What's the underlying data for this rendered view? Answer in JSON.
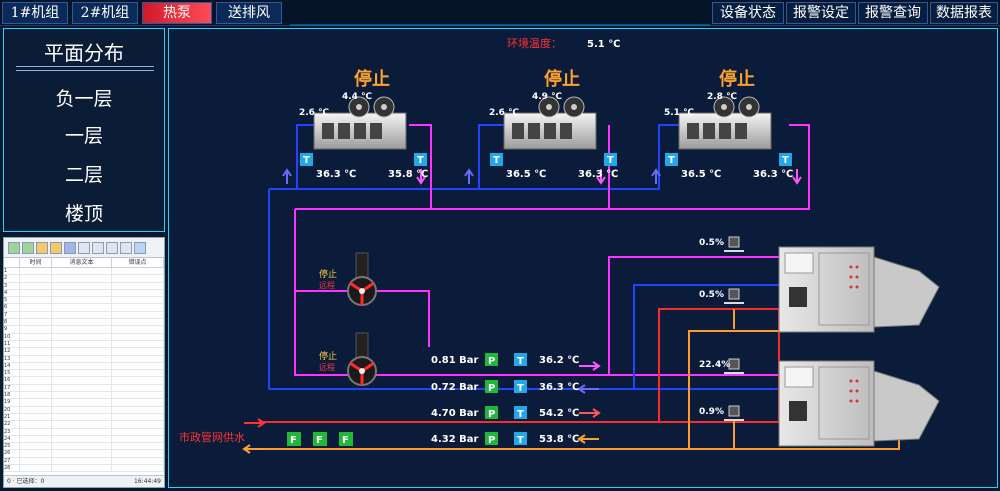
{
  "topbar": {
    "tabs": [
      {
        "label": "1#机组",
        "active": false
      },
      {
        "label": "2#机组",
        "active": false
      },
      {
        "label": "热泵",
        "active": true
      },
      {
        "label": "送排风",
        "active": false
      }
    ],
    "right_tabs": [
      "设备状态",
      "报警设定",
      "报警查询",
      "数据报表"
    ]
  },
  "nav": {
    "title": "平面分布",
    "items": [
      "负一层",
      "一层",
      "二层",
      "楼顶"
    ]
  },
  "alarm_table": {
    "headers": [
      "",
      "时间",
      "消息文本",
      "错误点"
    ],
    "row_numbers": [
      "1",
      "2",
      "3",
      "4",
      "5",
      "6",
      "7",
      "8",
      "9",
      "10",
      "11",
      "12",
      "13",
      "14",
      "15",
      "16",
      "17",
      "18",
      "19",
      "20",
      "21",
      "22",
      "23",
      "24",
      "25",
      "26",
      "27",
      "28"
    ],
    "status_left": "0 · 已选择：0",
    "status_time": "16:44:49"
  },
  "main": {
    "ambient_label": "环境温度：",
    "ambient_value": "5.1 ℃",
    "heat_pumps": [
      {
        "status": "停止",
        "top_temp": "4.4 ℃",
        "left_temp": "2.6 ℃",
        "in_temp": "36.3 ℃",
        "out_temp": "35.8 ℃"
      },
      {
        "status": "停止",
        "top_temp": "4.9 ℃",
        "left_temp": "2.6 ℃",
        "in_temp": "36.5 ℃",
        "out_temp": "36.3 ℃"
      },
      {
        "status": "停止",
        "top_temp": "2.8 ℃",
        "left_temp": "5.1 ℃",
        "in_temp": "36.5 ℃",
        "out_temp": "36.3 ℃"
      }
    ],
    "pumps": [
      {
        "status": "停止",
        "mode": "远程"
      },
      {
        "status": "停止",
        "mode": "远程"
      }
    ],
    "lines": [
      {
        "pressure": "0.81 Bar",
        "temp": "36.2 ℃",
        "color": "#ff44ff"
      },
      {
        "pressure": "0.72 Bar",
        "temp": "36.3 ℃",
        "color": "#6666ff"
      },
      {
        "pressure": "4.70 Bar",
        "temp": "54.2 ℃",
        "color": "#ff4444"
      },
      {
        "pressure": "4.32 Bar",
        "temp": "53.8 ℃",
        "color": "#ffa030"
      }
    ],
    "valves": [
      "0.5%",
      "0.5%",
      "22.4%",
      "0.9%"
    ],
    "municipal_label": "市政管网供水",
    "sensor_t": "T",
    "sensor_p": "P",
    "sensor_f": "F"
  }
}
